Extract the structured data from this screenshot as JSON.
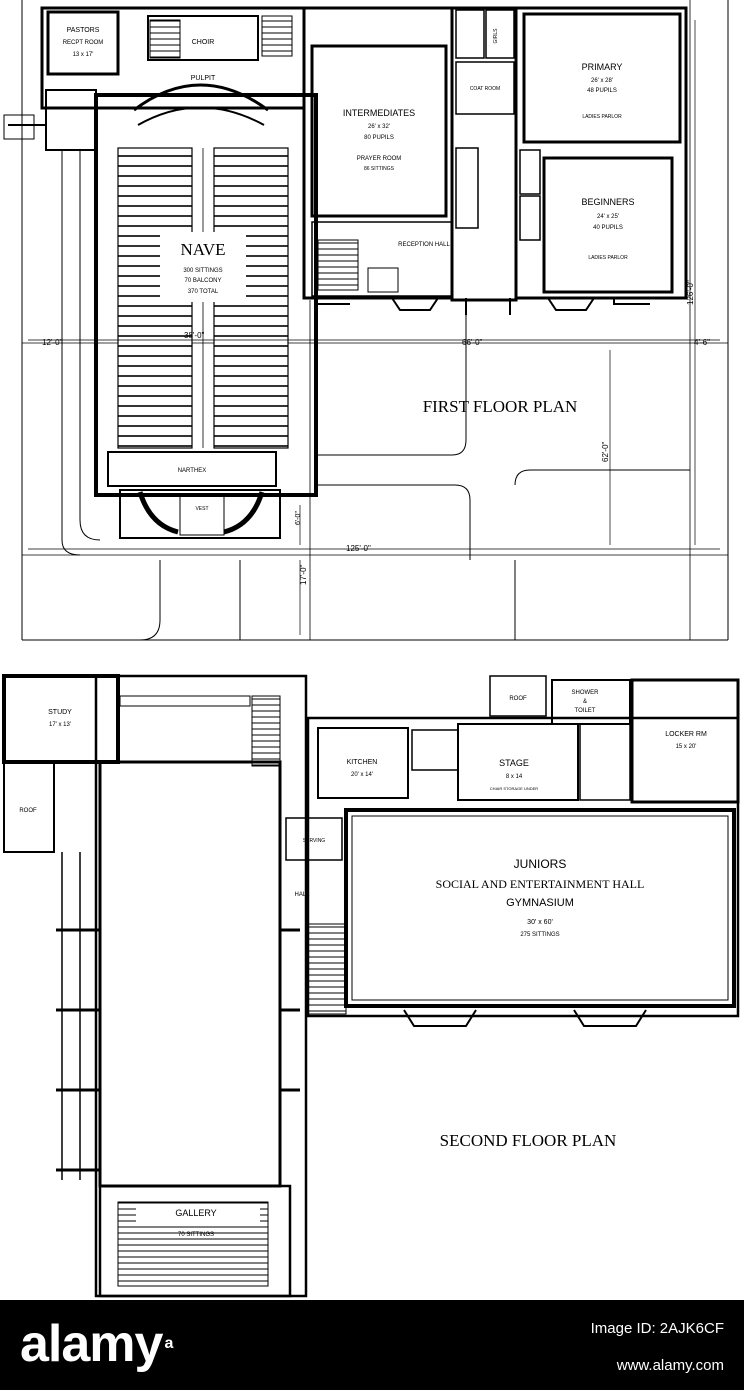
{
  "first_floor": {
    "title": "FIRST FLOOR PLAN",
    "rooms": {
      "pastors_study": [
        "PASTORS",
        "RECPT ROOM",
        "13 x 17'"
      ],
      "choir": "CHOIR",
      "pulpit": "PULPIT",
      "intermediates": [
        "INTERMEDIATES",
        "26' x 32'",
        "80 PUPILS",
        "PRAYER ROOM",
        "86 SITTINGS"
      ],
      "coat_room": "COAT ROOM",
      "girls": "GIRLS",
      "primary": [
        "PRIMARY",
        "26' x 28'",
        "48 PUPILS",
        "LADIES PARLOR"
      ],
      "nave": [
        "NAVE",
        "300 SITTINGS",
        "70 BALCONY",
        "370 TOTAL"
      ],
      "beginners": [
        "BEGINNERS",
        "24' x 25'",
        "40 PUPILS",
        "LADIES PARLOR"
      ],
      "reception_hall": "RECEPTION HALL",
      "narthex": "NARTHEX",
      "vestibule": "VEST"
    },
    "dimensions": [
      "12'-0\"",
      "38'-0\"",
      "66'-0\"",
      "125'-0\"",
      "126'-0\"",
      "62'-0\"",
      "4'-6\"",
      "17'-0\"",
      "6'-0\""
    ]
  },
  "second_floor": {
    "title": "SECOND FLOOR PLAN",
    "rooms": {
      "study": [
        "STUDY",
        "17' x 13'"
      ],
      "roof_left": "ROOF",
      "roof_right": "ROOF",
      "shower_toilet": [
        "SHOWER",
        "&",
        "TOILET"
      ],
      "locker_room": [
        "LOCKER RM",
        "15 x 20'"
      ],
      "kitchen": [
        "KITCHEN",
        "20' x 14'"
      ],
      "stage": [
        "STAGE",
        "8 x 14",
        "CHAIR STORAGE UNDER"
      ],
      "serving": "SERVING",
      "hall": "HALL",
      "juniors": [
        "JUNIORS",
        "SOCIAL AND ENTERTAINMENT HALL",
        "GYMNASIUM",
        "30' x 60'",
        "275 SITTINGS"
      ],
      "gallery": [
        "GALLERY",
        "70 SITTINGS"
      ]
    }
  },
  "footer": {
    "logo": "alamy",
    "logo_mark": "a",
    "image_id": "Image ID: 2AJK6CF",
    "url": "www.alamy.com"
  },
  "colors": {
    "ink": "#000000",
    "paper": "#ffffff",
    "footer_bg": "#000000",
    "footer_text": "#ffffff"
  }
}
